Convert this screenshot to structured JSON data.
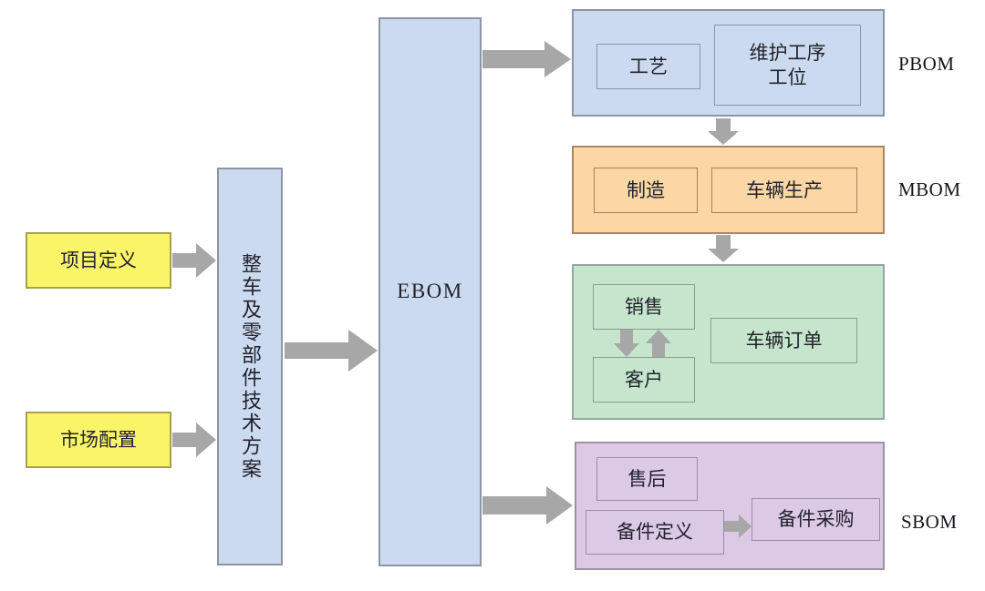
{
  "diagram": {
    "nodes": {
      "project_definition": "项目定义",
      "market_configuration": "市场配置",
      "tech_plan": "整车及零部件技术方案",
      "ebom": "EBOM",
      "process": "工艺",
      "maintenance_station": "维护工序\n工位",
      "manufacture": "制造",
      "vehicle_production": "车辆生产",
      "sales": "销售",
      "customer": "客户",
      "vehicle_order": "车辆订单",
      "after_sales": "售后",
      "spare_parts_definition": "备件定义",
      "spare_parts_purchase": "备件采购"
    },
    "labels": {
      "pbom": "PBOM",
      "mbom": "MBOM",
      "sbom": "SBOM"
    },
    "colors": {
      "blue_fill": "#ccdaef",
      "yellow_fill": "#faf469",
      "orange_fill": "#fad7a4",
      "green_fill": "#c5e6cc",
      "purple_fill": "#dcc9e6",
      "arrow_gray": "#a7a7a7"
    }
  }
}
